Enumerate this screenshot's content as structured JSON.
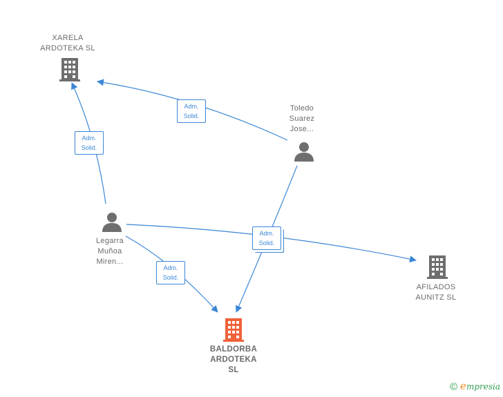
{
  "nodes": {
    "xarela": {
      "lines": [
        "XARELA",
        "ARDOTEKA  SL"
      ]
    },
    "toledo": {
      "lines": [
        "Toledo",
        "Suarez",
        "Jose..."
      ]
    },
    "legarra": {
      "lines": [
        "Legarra",
        "Muñoa",
        "Miren..."
      ]
    },
    "afilados": {
      "lines": [
        "AFILADOS",
        "AUNITZ SL"
      ]
    },
    "baldorba": {
      "lines": [
        "BALDORBA",
        "ARDOTEKA",
        "SL"
      ]
    }
  },
  "edges": {
    "toledo_xarela": {
      "l1": "Adm.",
      "l2": "Solid."
    },
    "legarra_xarela": {
      "l1": "Adm.",
      "l2": "Solid."
    },
    "toledo_baldorba_afilados": {
      "l1": "Adm.",
      "l2": "Solid."
    },
    "legarra_baldorba": {
      "l1": "Adm.",
      "l2": "Solid."
    }
  },
  "brand": {
    "copyright": "©",
    "e": "e",
    "rest": "mpresia"
  },
  "colors": {
    "edge": "#3b86d6",
    "icon": "#6e6e6e",
    "main": "#f0623a"
  }
}
